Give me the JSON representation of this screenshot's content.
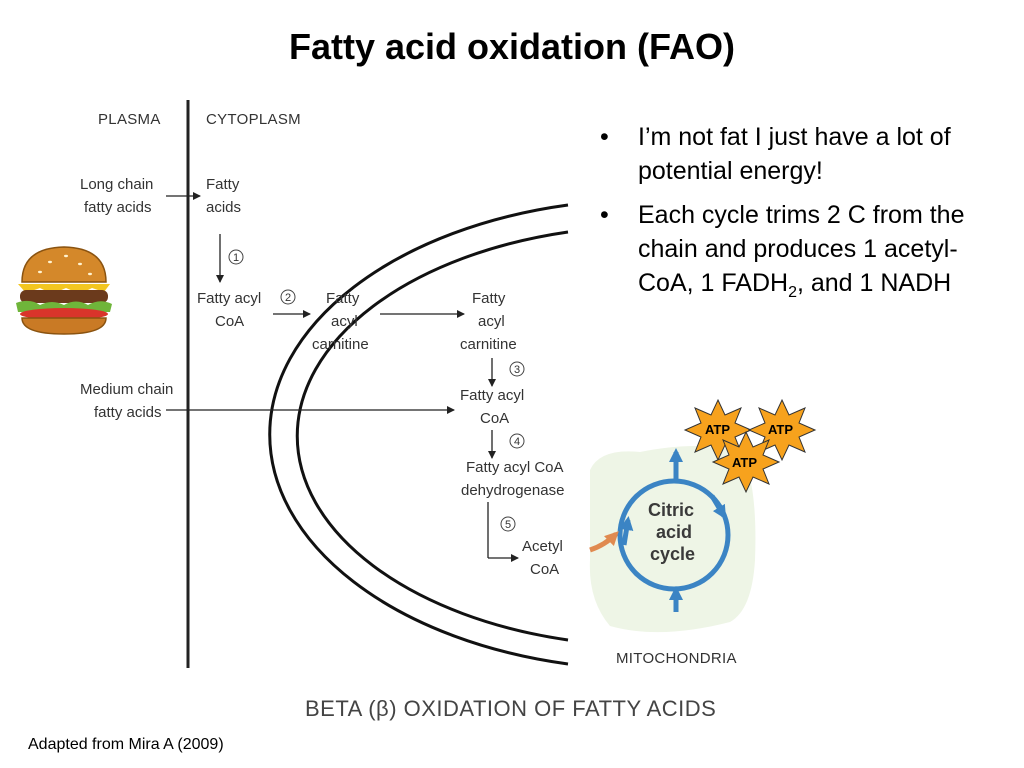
{
  "title": "Fatty acid oxidation (FAO)",
  "bullets": [
    {
      "text": "I’m not fat I just have a lot of potential energy!"
    },
    {
      "text_before": "Each cycle trims 2 C from the chain and produces 1 acetyl-CoA, 1 FADH",
      "sub": "2",
      "text_after": ", and 1 NADH"
    }
  ],
  "credit": "Adapted from Mira A (2009)",
  "diagram": {
    "plasma": "PLASMA",
    "cytoplasm": "CYTOPLASM",
    "long_chain_1": "Long chain",
    "long_chain_2": "fatty acids",
    "fatty_acids_1": "Fatty",
    "fatty_acids_2": "acids",
    "fatty_acyl_coa_1": "Fatty acyl",
    "fatty_acyl_coa_2": "CoA",
    "acyl_carnitine_1": "Fatty",
    "acyl_carnitine_2": "acyl",
    "acyl_carnitine_3": "carnitine",
    "mito_carnitine_1": "Fatty",
    "mito_carnitine_2": "acyl",
    "mito_carnitine_3": "carnitine",
    "medium_chain_1": "Medium chain",
    "medium_chain_2": "fatty acids",
    "mito_acyl_coa_1": "Fatty acyl",
    "mito_acyl_coa_2": "CoA",
    "dehydrogenase_1": "Fatty acyl CoA",
    "dehydrogenase_2": "dehydrogenase",
    "acetyl_coa_1": "Acetyl",
    "acetyl_coa_2": "CoA",
    "steps": [
      "1",
      "2",
      "3",
      "4",
      "5"
    ],
    "mitochondria": "MITOCHONDRIA",
    "caption": "BETA (β) OXIDATION OF FATTY ACIDS",
    "cycle_1": "Citric",
    "cycle_2": "acid",
    "cycle_3": "cycle",
    "atp": [
      "ATP",
      "ATP",
      "ATP"
    ]
  },
  "colors": {
    "cycle_arrow": "#3b84c4",
    "input_arrow": "#e08a50",
    "atp_fill": "#f7a21d",
    "cycle_bg": "#eef5e6"
  },
  "icons": [
    "hamburger-icon",
    "atp-burst-icon"
  ]
}
